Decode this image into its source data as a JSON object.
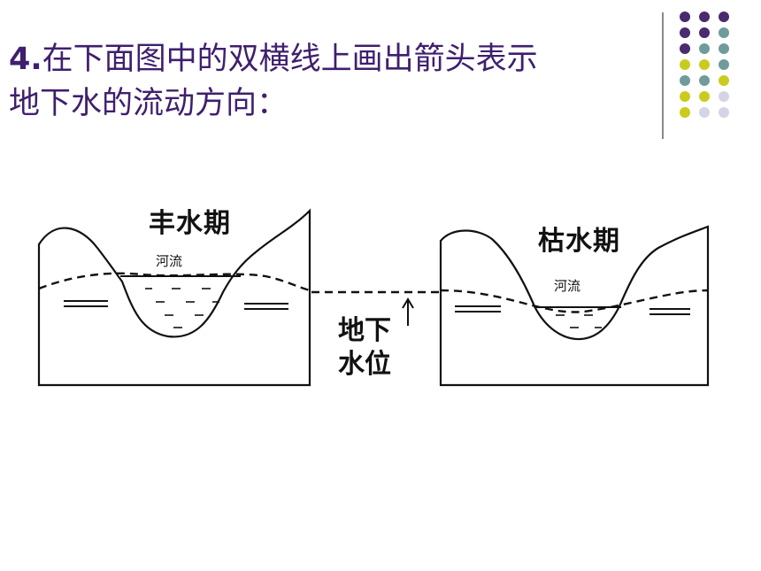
{
  "question": {
    "number": "4.",
    "line1": "在下面图中的双横线上画出箭头表示",
    "line2": "地下水的流动方向："
  },
  "left_panel": {
    "season_label": "丰水期",
    "river_label": "河流"
  },
  "right_panel": {
    "season_label": "枯水期",
    "river_label": "河流"
  },
  "groundwater": {
    "label_line1": "地下",
    "label_line2": "水位"
  },
  "colors": {
    "title": "#3f1f6e",
    "dot_purple": "#4b2a6e",
    "dot_teal": "#6f9c9a",
    "dot_yellow": "#c9cc1e",
    "dot_light": "#d4d4e6"
  },
  "icons": {
    "water_level_arrow": "up-arrow-icon"
  }
}
